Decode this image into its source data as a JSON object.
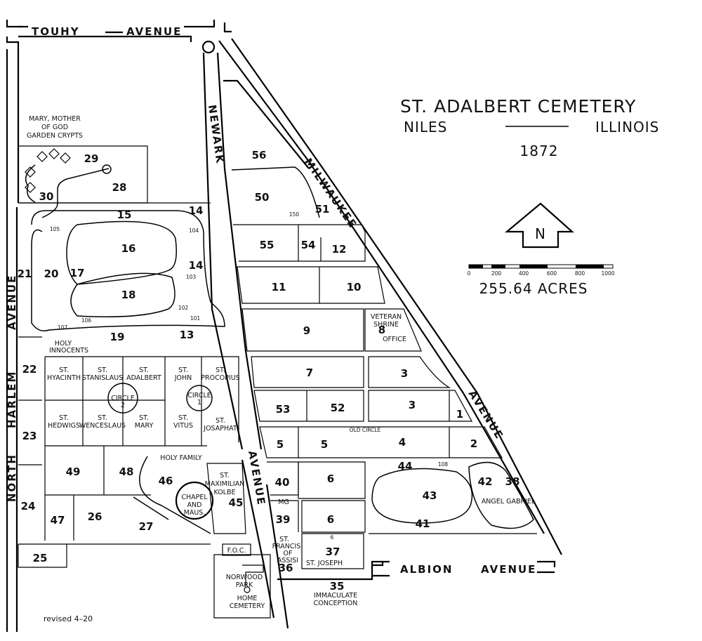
{
  "title": {
    "main": "ST. ADALBERT CEMETERY",
    "city": "NILES",
    "state": "ILLINOIS",
    "year": "1872",
    "acres": "255.64 ACRES"
  },
  "north_label": "N",
  "scale": {
    "ticks": [
      "0",
      "200",
      "400",
      "600",
      "800",
      "1000"
    ]
  },
  "revised": "revised   4–20",
  "streets": {
    "touhy_1": "TOUHY",
    "touhy_2": "AVENUE",
    "albion_1": "ALBION",
    "albion_2": "AVENUE",
    "newark": "NEWARK",
    "newark_avenue": "AVENUE",
    "milwaukee": "MILWAUKEE",
    "milwaukee_avenue": "AVENUE",
    "north_harlem": [
      "NORTH",
      "HARLEM",
      "AVENUE"
    ]
  },
  "labels": {
    "mary_mother": [
      "MARY, MOTHER",
      "OF GOD",
      "GARDEN CRYPTS"
    ],
    "veteran_shrine": [
      "VETERAN",
      "SHRINE"
    ],
    "office": "OFFICE",
    "old_circle": "OLD CIRCLE",
    "holy_innocents": [
      "HOLY",
      "INNOCENTS"
    ],
    "holy_family": "HOLY FAMILY",
    "st_maximilian_kolbe": [
      "ST.",
      "MAXIMILIAN",
      "KOLBE"
    ],
    "chapel": [
      "CHAPEL",
      "AND",
      "MAUS."
    ],
    "foc": "F.O.C.",
    "norwood": [
      "NORWOOD",
      "PARK",
      "HOME",
      "CEMETERY"
    ],
    "st_francis": [
      "ST.",
      "FRANCIS",
      "OF",
      "ASSISI"
    ],
    "st_joseph": "ST. JOSEPH",
    "immaculate": [
      "IMMACULATE",
      "CONCEPTION"
    ],
    "angel_gabriel": "ANGEL GABRIEL",
    "mg": "MG",
    "circle_1": [
      "CIRCLE",
      "1"
    ],
    "circle_2": [
      "CIRCLE",
      "2"
    ],
    "saints": {
      "hyacinth": [
        "ST.",
        "HYACINTH"
      ],
      "stanislaus": [
        "ST.",
        "STANISLAUS"
      ],
      "adalbert": [
        "ST.",
        "ADALBERT"
      ],
      "john": [
        "ST.",
        "JOHN"
      ],
      "procopius": [
        "ST.",
        "PROCOPIUS"
      ],
      "hedwigs": [
        "ST.",
        "HEDWIGS"
      ],
      "wenceslaus": [
        "ST.",
        "WENCESLAUS"
      ],
      "mary": [
        "ST.",
        "MARY"
      ],
      "vitus": [
        "ST.",
        "VITUS"
      ],
      "josaphat": [
        "ST.",
        "JOSAPHAT"
      ]
    }
  },
  "sections": {
    "s1": "1",
    "s2": "2",
    "s3a": "3",
    "s3b": "3",
    "s4": "4",
    "s5a": "5",
    "s5b": "5",
    "s6a": "6",
    "s6b": "6",
    "s6c": "6",
    "s7": "7",
    "s8": "8",
    "s9": "9",
    "s10": "10",
    "s11": "11",
    "s12": "12",
    "s13": "13",
    "s14a": "14",
    "s14b": "14",
    "s15": "15",
    "s16": "16",
    "s17": "17",
    "s18": "18",
    "s19": "19",
    "s20": "20",
    "s21": "21",
    "s22": "22",
    "s23": "23",
    "s24": "24",
    "s25": "25",
    "s26": "26",
    "s27": "27",
    "s28": "28",
    "s29": "29",
    "s30": "30",
    "s35": "35",
    "s36": "36",
    "s37": "37",
    "s38": "38",
    "s39": "39",
    "s40": "40",
    "s41": "41",
    "s42": "42",
    "s43": "43",
    "s44": "44",
    "s45": "45",
    "s46": "46",
    "s47": "47",
    "s48": "48",
    "s49": "49",
    "s50": "50",
    "s51": "51",
    "s52": "52",
    "s53": "53",
    "s54": "54",
    "s55": "55",
    "s56": "56"
  },
  "markers": {
    "m101": "101",
    "m102": "102",
    "m103": "103",
    "m104": "104",
    "m105": "105",
    "m106": "106",
    "m107": "107",
    "m108": "108",
    "m150": "150"
  }
}
